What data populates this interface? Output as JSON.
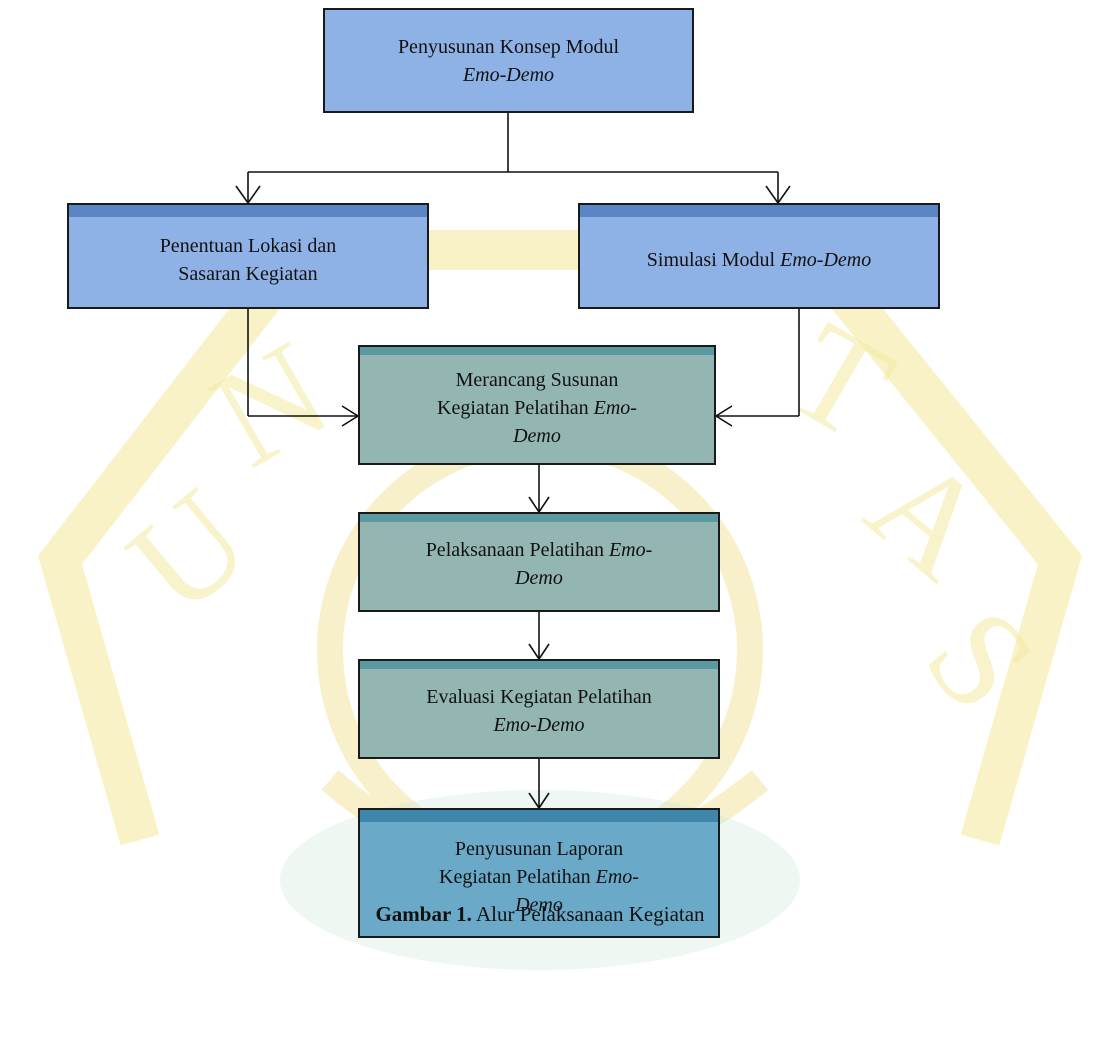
{
  "nodes": {
    "konsep": {
      "line1": "Penyusunan Konsep Modul",
      "line2": "Emo-Demo"
    },
    "lokasi": {
      "line1": "Penentuan Lokasi dan",
      "line2": "Sasaran Kegiatan"
    },
    "simulasi": {
      "text": "Simulasi Modul ",
      "em": "Emo-Demo"
    },
    "merancang": {
      "line1": "Merancang Susunan",
      "line2": "Kegiatan Pelatihan ",
      "line2_em": "Emo-",
      "line3_em": "Demo"
    },
    "pelaksanaan": {
      "line1": "Pelaksanaan Pelatihan ",
      "line1_em": "Emo-",
      "line2_em": "Demo"
    },
    "evaluasi": {
      "line1": "Evaluasi Kegiatan Pelatihan",
      "line2_em": "Emo-Demo"
    },
    "laporan": {
      "line1": "Penyusunan Laporan",
      "line2": "Kegiatan Pelatihan ",
      "line2_em": "Emo-",
      "line3_em": "Demo"
    }
  },
  "caption": {
    "label": "Gambar 1.",
    "text": " Alur Pelaksanaan Kegiatan"
  },
  "colors": {
    "box_blue": "#8fb2e6",
    "box_teal": "#93b6b2",
    "box_dark": "#6aa9c8",
    "watermark": "#f3e9a0"
  }
}
